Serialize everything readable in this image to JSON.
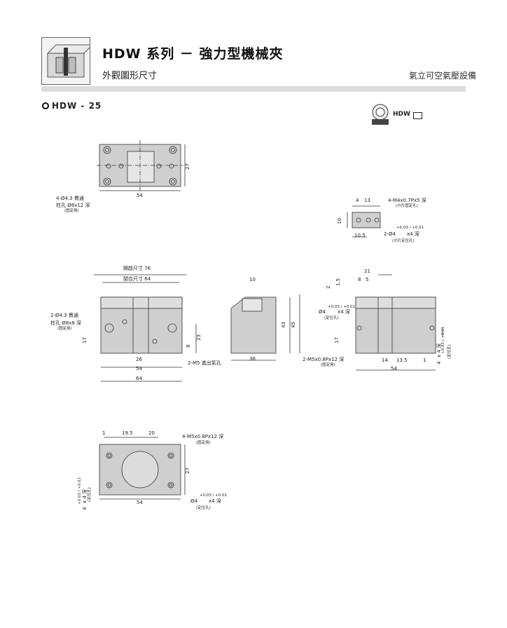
{
  "header": {
    "title": "HDW 系列 － 強力型機械夾",
    "subtitle": "外觀圖形尺寸",
    "category": "氣立可空氣壓設備"
  },
  "section": {
    "title": "HDW - 25"
  },
  "badge": {
    "label": "HDW",
    "icon": "cylinder-symbol-icon"
  },
  "top_view": {
    "dim_width": "54",
    "dim_height": "27",
    "note_line1": "4-Ø4.3 貫通",
    "note_line2": "柱孔 Ø8x12 深",
    "note_line3": "(固定用)"
  },
  "jaw_detail": {
    "dim_a": "4",
    "dim_b": "13",
    "dim_h": "10",
    "dim_c": "10.5",
    "note1": "4-M4x0.7Px5 深",
    "note1_sub": "(爪片固定孔)",
    "note2": "2-Ø4",
    "note2_tol": "+0.03 / +0.01",
    "note2_tail": "x4 深",
    "note2_sub": "(爪片定位孔)"
  },
  "front_view": {
    "open": "開啟尺寸 76",
    "close": "閉合尺寸 64",
    "note_line1": "2-Ø4.3 貫通",
    "note_line2": "柱孔 Ø8x8 深",
    "note_line3": "(固定用)",
    "dim_17": "17",
    "dim_26": "26",
    "dim_54": "54",
    "dim_64": "64",
    "dim_8": "8",
    "dim_23": "23",
    "port": "2-M5 進出氣孔"
  },
  "side_view": {
    "dim_10": "10",
    "dim_36": "36",
    "dim_43": "43",
    "dim_45": "45"
  },
  "right_view": {
    "dim_21": "21",
    "dim_8": "8",
    "dim_5": "5",
    "dim_2": "2",
    "dim_15": "1.5",
    "hole_note": "Ø4",
    "hole_tol": "+0.03 / +0.01",
    "hole_tail": "x4 深",
    "hole_sub": "(定位孔)",
    "dim_17": "17",
    "thread_note": "2-M5x0.8Px12 深",
    "thread_sub": "(固定用)",
    "dim_14": "14",
    "dim_135": "13.5",
    "dim_1": "1",
    "dim_54": "54",
    "side_note": "4",
    "side_tol": "+0.03 / +0.01",
    "side_tail": "x 4 深",
    "side_sub": "(定位孔)"
  },
  "bottom_view": {
    "dim_1": "1",
    "dim_195": "19.5",
    "dim_20": "20",
    "thread_note": "4-M5x0.8Px12 深",
    "thread_sub": "(固定用)",
    "dim_27": "27",
    "dim_54": "54",
    "hole_note": "Ø4",
    "hole_tol": "+0.03 / +0.01",
    "hole_tail": "x4 深",
    "hole_sub": "(定位孔)",
    "side_note": "4",
    "side_tol": "+0.03 / +0.01",
    "side_tail": "x 4 深",
    "side_sub": "(定位孔)"
  }
}
